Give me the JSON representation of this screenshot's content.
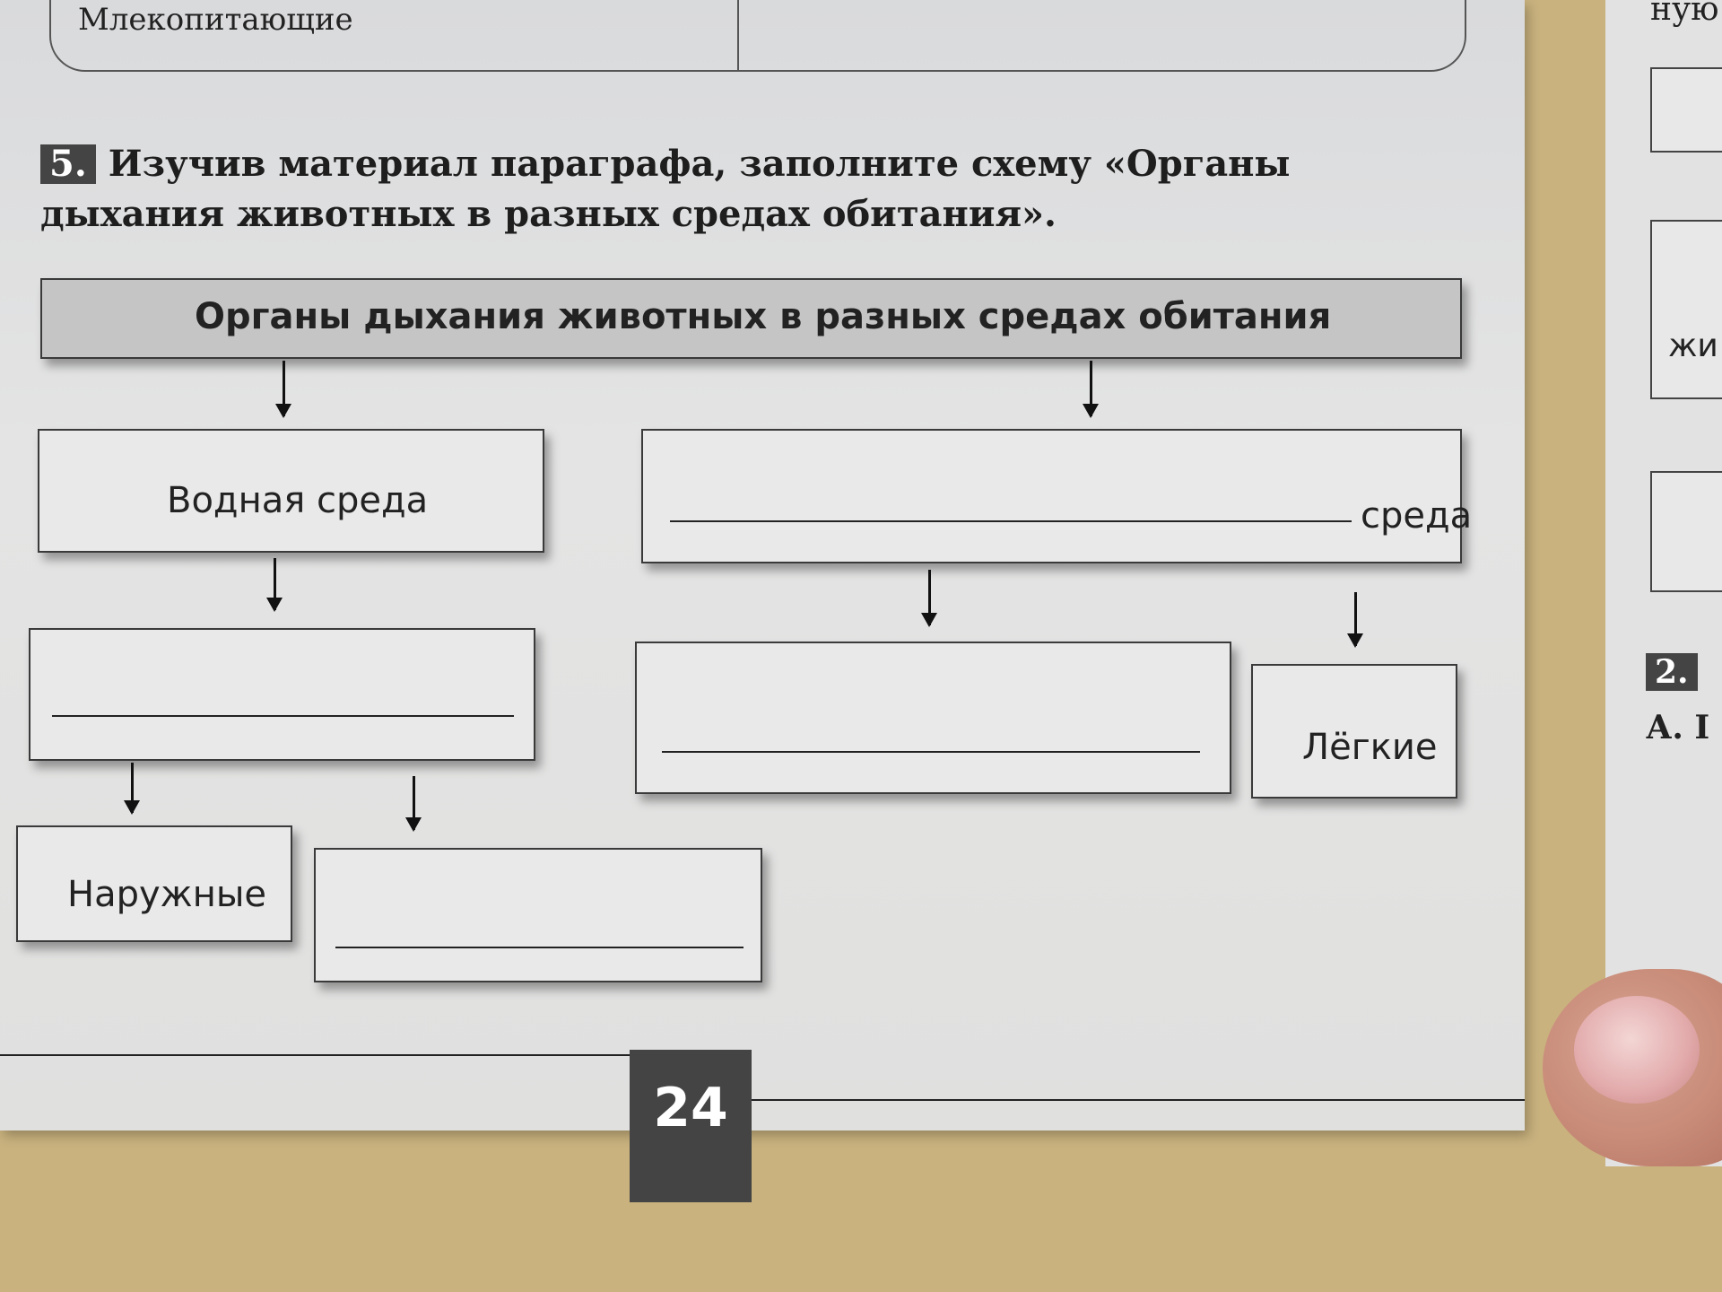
{
  "top_table": {
    "cell_text": "Млекопитающие"
  },
  "task": {
    "number": "5.",
    "text": "Изучив материал параграфа, заполните схему «Органы дыхания животных в разных средах обитания»."
  },
  "scheme": {
    "title": "Органы дыхания животных в разных средах обитания",
    "water_env": "Водная среда",
    "other_env_suffix": "среда",
    "lungs": "Лёгкие",
    "external": "Наружные"
  },
  "page_number": "24",
  "right_page": {
    "top_fragment": "ную",
    "middle_fragment": "жи",
    "task_number": "2.",
    "item_a": "А. I"
  }
}
